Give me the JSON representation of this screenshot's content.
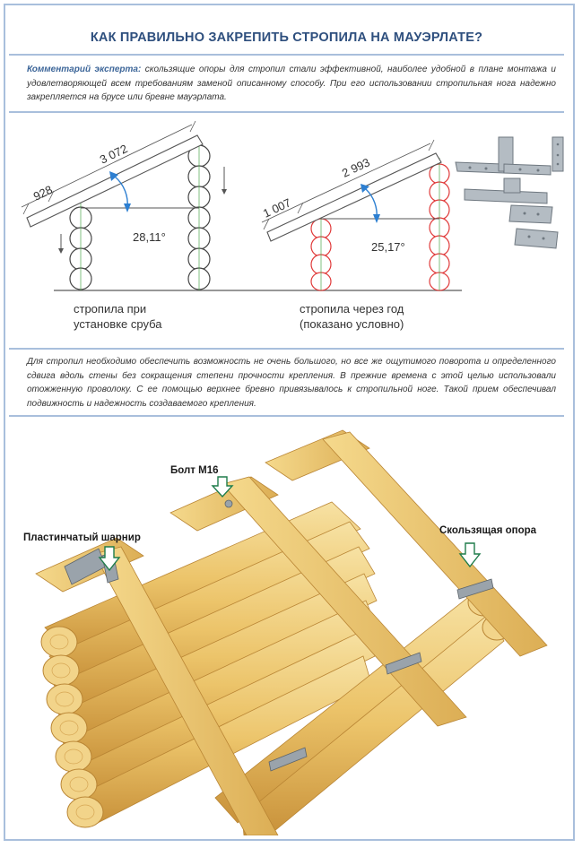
{
  "header": {
    "title": "КАК ПРАВИЛЬНО ЗАКРЕПИТЬ СТРОПИЛА НА МАУЭРЛАТЕ?"
  },
  "comment": {
    "lead": "Комментарий эксперта:",
    "text": " скользящие опоры для стропил стали эффективной, наиболее удобной в плане монтажа и удовлетворяющей всем требованиям заменой описанному способу. При его использовании стропильная нога надежно закрепляется на брусе или бревне мауэрлата."
  },
  "diagram": {
    "left": {
      "rafter_length": "3 072",
      "overhang": "928",
      "angle": "28,11°",
      "caption_line1": "стропила при",
      "caption_line2": "установке сруба"
    },
    "right": {
      "rafter_length": "2 993",
      "overhang": "1 007",
      "angle": "25,17°",
      "caption_line1": "стропила через год",
      "caption_line2": "(показано условно)"
    },
    "colors": {
      "line": "#555555",
      "log_fresh": "#444444",
      "log_shrunk": "#e03a3a",
      "angle_arc": "#2d7fd1",
      "ground": "#777777"
    }
  },
  "paragraph": {
    "text": "Для стропил необходимо обеспечить возможность не очень большого, но все же ощутимого поворота и определенного сдвига вдоль стены без сокращения степени прочности крепления. В прежние времена с этой целью использовали отожженную проволоку. С ее помощью верхнее бревно привязывалось к стропильной ноге. Такой прием обеспечивал подвижность и надежность создаваемого крепления."
  },
  "photo": {
    "label_bolt": "Болт М16",
    "label_hinge": "Пластинчатый шарнир",
    "label_slide": "Скользящая опора",
    "colors": {
      "wood_light": "#f3d27c",
      "wood_mid": "#e5b654",
      "wood_dark": "#c8913a",
      "metal": "#9aa3ab",
      "arrow_stroke": "#1e7c4a"
    }
  }
}
